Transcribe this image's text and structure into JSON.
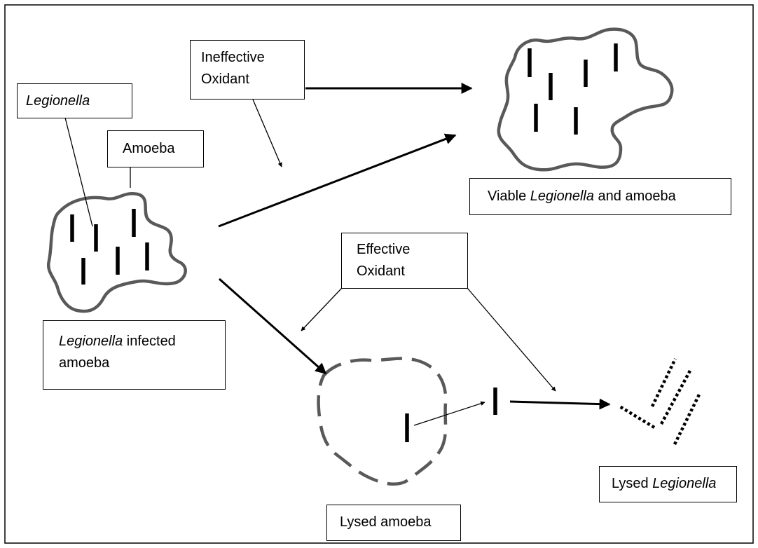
{
  "labels": {
    "ineffective_line1": "Ineffective",
    "ineffective_line2": "Oxidant",
    "legionella": "Legionella",
    "amoeba": "Amoeba",
    "infected_italic": "Legionella",
    "infected_rest": " infected",
    "infected_line2": "amoeba",
    "viable_prefix": "Viable ",
    "viable_italic": "Legionella",
    "viable_suffix": " and amoeba",
    "effective_line1": "Effective",
    "effective_line2": "Oxidant",
    "lysed_amoeba": "Lysed amoeba",
    "lysed_leg_prefix": "Lysed ",
    "lysed_leg_italic": "Legionella"
  },
  "colors": {
    "membrane": "#595959",
    "bacteria": "#000000",
    "arrow": "#000000",
    "border": "#000000"
  }
}
